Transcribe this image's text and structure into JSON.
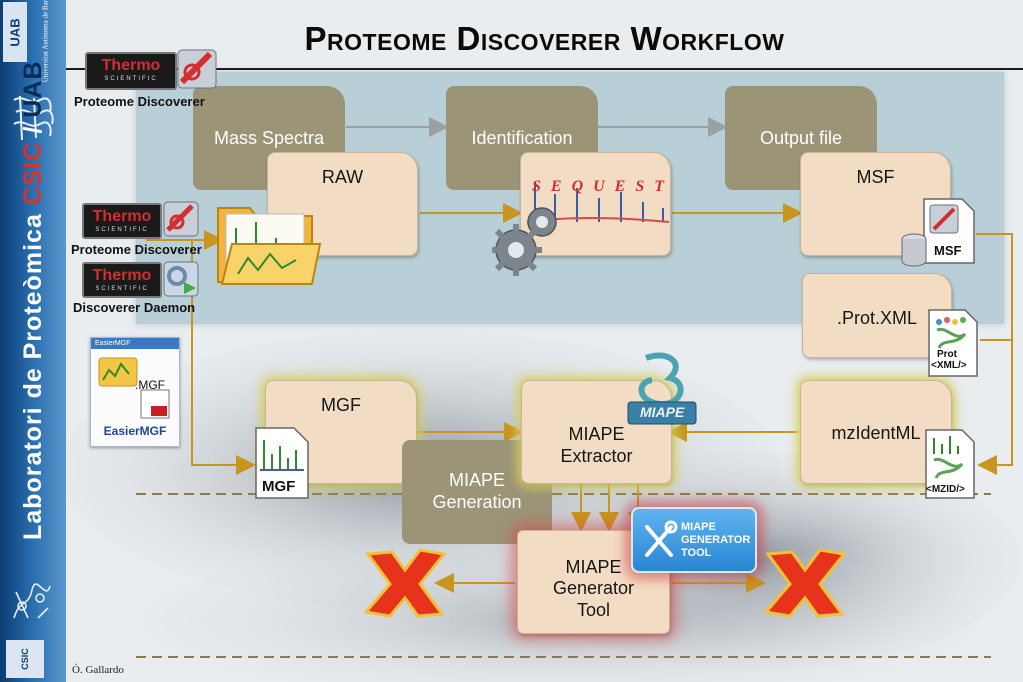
{
  "title": "Proteome Discoverer Workflow",
  "footer": "Ó. Gallardo",
  "sidebar": {
    "uni_logo": "UAB",
    "uni_name": "Universitat Autònoma de Barcelona",
    "vertical_text_main": "Laboratori de Proteòmica ",
    "vertical_text_csic": "CSIC",
    "vertical_text_slash": " / ",
    "vertical_text_uab": "UAB",
    "csic_logo": "CSIC"
  },
  "software": {
    "thermo_brand": "Thermo",
    "thermo_sub": "SCIENTIFIC",
    "proteome_discoverer_top": "Proteome Discoverer",
    "proteome_discoverer_mid": "Proteome Discoverer",
    "discoverer_daemon": "Discoverer Daemon",
    "easiermgf_titlebar": "EasierMGF",
    "easiermgf_file": ".MGF",
    "easiermgf_name": "EasierMGF"
  },
  "nodes": {
    "mass_spectra": "Mass Spectra",
    "identification": "Identification",
    "output_file": "Output file",
    "raw": "RAW",
    "msf": "MSF",
    "prot_xml": ".Prot.XML",
    "mgf": "MGF",
    "miape_extractor_1": "MIAPE",
    "miape_extractor_2": "Extractor",
    "mzidentml": "mzIdentML",
    "miape_generation_1": "MIAPE",
    "miape_generation_2": "Generation",
    "miape_gen_tool_1": "MIAPE",
    "miape_gen_tool_2": "Generator",
    "miape_gen_tool_3": "Tool"
  },
  "icons": {
    "sequest_text": "SEQUEST",
    "msf_badge": "MSF",
    "prot_xml_badge_1": "Prot",
    "prot_xml_badge_2": "<XML/>",
    "mzid_badge": "<MZID/>",
    "mgf_badge": "MGF",
    "miape_logo": "MIAPE",
    "miape_tool_text_1": "MIAPE",
    "miape_tool_text_2": "GENERATOR",
    "miape_tool_text_3": "TOOL"
  },
  "colors": {
    "arrow": "#c8961c",
    "dark_box": "#9b9477",
    "light_box": "#f2ddc4",
    "panel": "#a5c4cd",
    "cross": "#e8331c"
  }
}
